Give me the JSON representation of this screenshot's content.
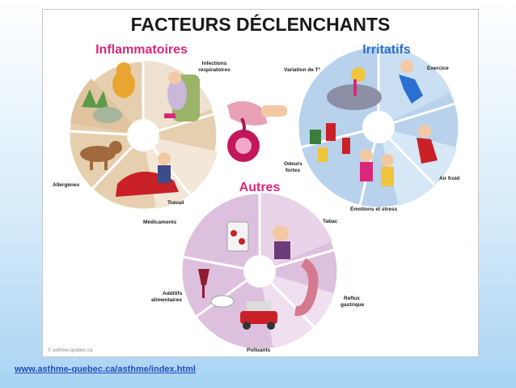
{
  "diagram": {
    "title": "FACTEURS DÉCLENCHANTS",
    "credit": "© asthme-quebec.ca",
    "groups": {
      "inflammatoires": {
        "heading": "Inflammatoires",
        "color": "#d9287a",
        "labels": {
          "infections": [
            "Infections",
            "respiratoires"
          ],
          "allergenes": "Allergènes",
          "travail": "Travail"
        }
      },
      "irritatifs": {
        "heading": "Irritatifs",
        "color": "#2a6fd1",
        "labels": {
          "variation": "Variation de T°",
          "exercice": "Exercice",
          "air_froid": "Air froid",
          "emotions": "Émotions et stress",
          "odeurs": [
            "Odeurs",
            "fortes"
          ]
        }
      },
      "autres": {
        "heading": "Autres",
        "color": "#d9287a",
        "labels": {
          "medicaments": "Médicaments",
          "tabac": "Tabac",
          "additifs": [
            "Additifs",
            "alimentaires"
          ],
          "reflux": [
            "Reflux",
            "gastrique"
          ],
          "polluants": "Polluants"
        }
      }
    }
  },
  "footer": {
    "url": "www.asthme-quebec.ca/asthme/index.html"
  },
  "colors": {
    "link": "#1f4fbf",
    "inflammatoires_wheel": "#e9d3b8",
    "irritatifs_wheel": "#bfd7ee",
    "autres_wheel": "#e3c8e3"
  }
}
